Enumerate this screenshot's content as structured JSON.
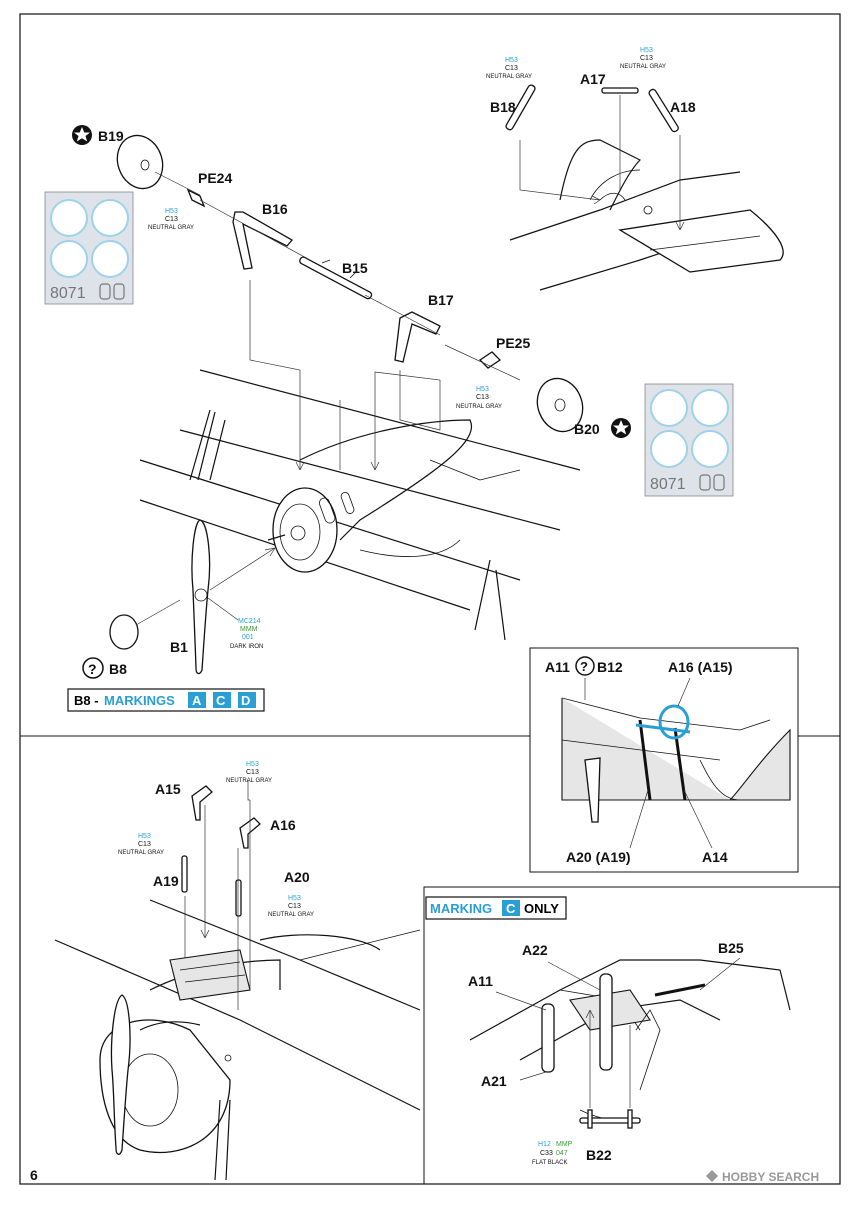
{
  "page_number": "6",
  "watermark": "HOBBY SEARCH",
  "mask_code": "8071",
  "colors": {
    "line": "#111111",
    "accent_blue": "#2a9fd6",
    "accent_green": "#3a9a3a",
    "grey": "#e6e6e6"
  },
  "paints": {
    "neutral_gray": {
      "h": "H53",
      "c": "C13",
      "name": "NEUTRAL GRAY"
    },
    "dark_iron": {
      "a": "MC214",
      "b": "MMM",
      "c": "001",
      "name": "DARK IRON"
    },
    "flat_black": {
      "h": "H12",
      "c": "C33",
      "m": "MMP",
      "n": "047",
      "name": "FLAT BLACK"
    }
  },
  "markings": {
    "b8_prefix": "B8 -",
    "b8_word": "MARKINGS",
    "b8_letters": [
      "A",
      "C",
      "D"
    ],
    "c_word": "MARKING",
    "c_letter": "C",
    "c_suffix": "ONLY"
  },
  "labels": {
    "b19": "B19",
    "pe24": "PE24",
    "b16": "B16",
    "b15": "B15",
    "b17": "B17",
    "pe25": "PE25",
    "b20": "B20",
    "b1": "B1",
    "b8": "B8",
    "b18": "B18",
    "a17": "A17",
    "a18": "A18",
    "a11_b12": "A11",
    "b12": "B12",
    "a16_a15": "A16 (A15)",
    "a20_a19": "A20 (A19)",
    "a14": "A14",
    "a15": "A15",
    "a16": "A16",
    "a19": "A19",
    "a20": "A20",
    "a22": "A22",
    "b25": "B25",
    "a11": "A11",
    "a21": "A21",
    "b22": "B22"
  }
}
